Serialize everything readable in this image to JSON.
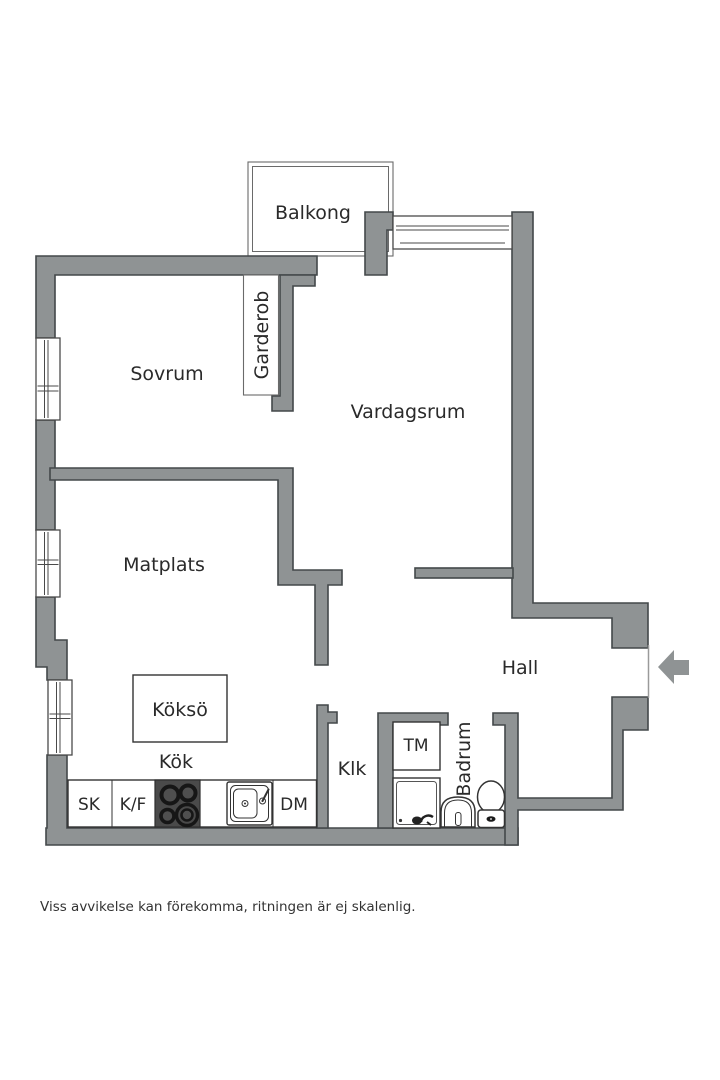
{
  "floorplan": {
    "rooms": {
      "balkong": "Balkong",
      "sovrum": "Sovrum",
      "garderob": "Garderob",
      "vardagsrum": "Vardagsrum",
      "matplats": "Matplats",
      "hall": "Hall",
      "kokso": "Köksö",
      "kok": "Kök",
      "klk": "Klk",
      "badrum": "Badrum"
    },
    "appliances": {
      "sk": "SK",
      "kf": "K/F",
      "dm": "DM",
      "tm": "TM"
    },
    "icons": {
      "entrance_arrow": "entrance-arrow-icon",
      "stove": "stove-icon",
      "kitchen_sink": "kitchen-sink-icon",
      "shower": "shower-icon",
      "bath_sink": "bath-sink-icon",
      "toilet": "toilet-icon"
    },
    "colors": {
      "wall": "#8f9394",
      "wall_outline": "#43484a",
      "stove": "#4a4a4a",
      "text": "#2a2a2a"
    },
    "disclaimer": "Viss avvikelse kan förekomma, ritningen är ej skalenlig."
  }
}
